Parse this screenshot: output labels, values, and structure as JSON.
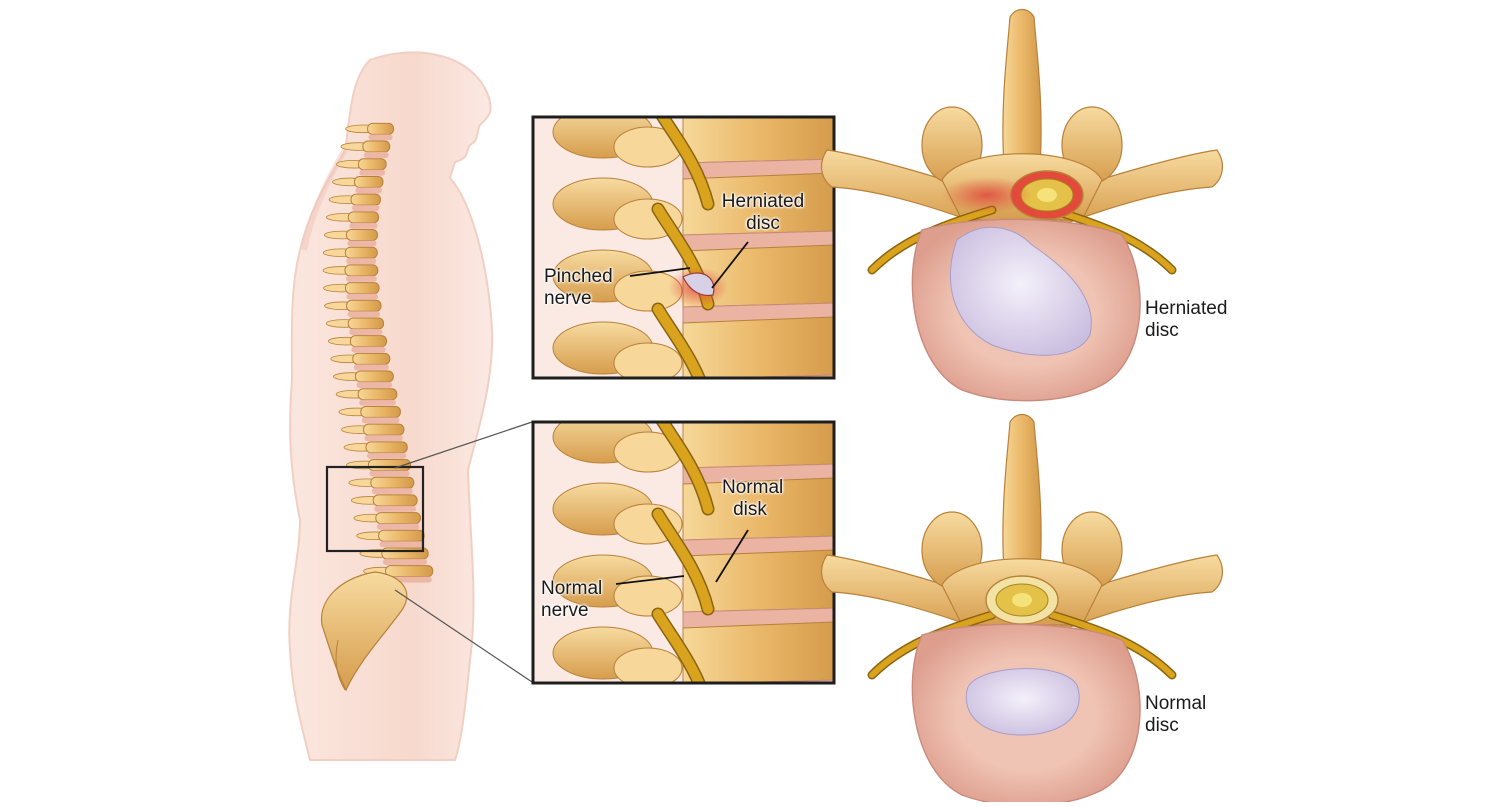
{
  "labels": {
    "herniated_disc_inset": "Herniated\ndisc",
    "pinched_nerve": "Pinched\nnerve",
    "normal_disk": "Normal\ndisk",
    "normal_nerve": "Normal\nnerve",
    "herniated_disc_cross": "Herniated\ndisc",
    "normal_disc_cross": "Normal\ndisc"
  },
  "colors": {
    "skin": "#f8dcd2",
    "skin_shade": "#efc3b4",
    "bone": "#e9b562",
    "bone_dark": "#b9803a",
    "bone_light": "#f7d89a",
    "disc": "#eab3a2",
    "disc_dark": "#c98a7c",
    "nucleus": "#ddd3ec",
    "nerve": "#d9a31e",
    "inflamed": "#d8443a",
    "frame": "#1e1e1e"
  },
  "icons": {
    "torso": "human-torso-icon",
    "spine": "spine-icon",
    "zoom_box": "zoom-box-icon"
  }
}
